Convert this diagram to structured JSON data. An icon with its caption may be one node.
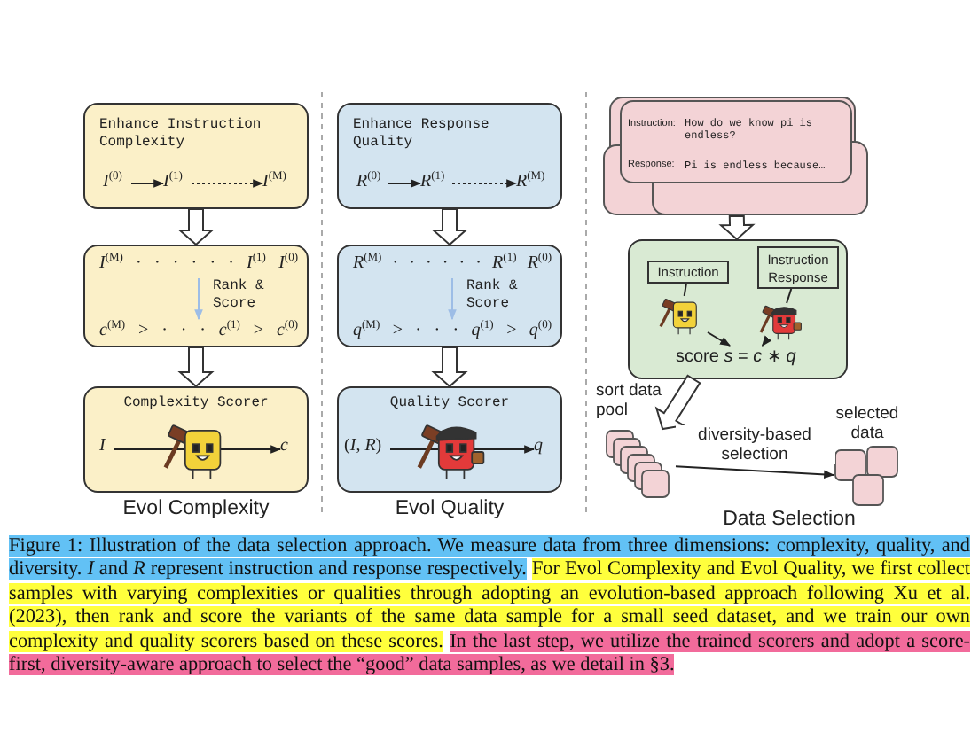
{
  "diagram": {
    "nodes": [
      {
        "text": [
          "Enhance Instruction Complexity"
        ]
      },
      {
        "text": [
          "*I*$^{(0)}$"
        ],
        "in": 0
      },
      {
        "text": [
          "*I*$^{(1)}$"
        ],
        "in": 0
      },
      {
        "text": [
          "*I*$^{(M)}$"
        ],
        "in": 0
      },
      {
        "text": [
          "Rank & Score"
        ]
      },
      {
        "text": [
          "*I*$^{(M)}$ · · · · · · *I*$^{(1)}$ *I*$^{(0)}$"
        ],
        "in": 4
      },
      {
        "text": [
          "*c*$^{(M)}$ > · · · *c*$^{(1)}$ > *c*$^{(0)}$"
        ],
        "in": 4
      },
      {
        "text": [
          "Complexity Scorer"
        ]
      },
      {
        "text": [
          "*I*"
        ],
        "in": 7
      },
      {
        "text": [
          "*c*"
        ],
        "in": 7
      },
      {
        "text": [
          "Enhance Response Quality"
        ]
      },
      {
        "text": [
          "*R*$^{(0)}$"
        ],
        "in": 10
      },
      {
        "text": [
          "*R*$^{(1)}$"
        ],
        "in": 10
      },
      {
        "text": [
          "*R*$^{(M)}$"
        ],
        "in": 10
      },
      {
        "text": [
          "Rank & Score"
        ]
      },
      {
        "text": [
          "*R*$^{(M)}$ · · · · · · *R*$^{(1)}$ *R*$^{(0)}$"
        ],
        "in": 14
      },
      {
        "text": [
          "*q*$^{(M)}$ > · · · *q*$^{(1)}$ > *q*$^{(0)}$"
        ],
        "in": 14
      },
      {
        "text": [
          "Quality Scorer"
        ]
      },
      {
        "text": [
          "(*I*, *R*)"
        ],
        "in": 17
      },
      {
        "text": [
          "*q*"
        ],
        "in": 17
      },
      {
        "text": [
          "Instruction:",
          "How do we know pi is endless?",
          "Response:",
          "Pi is endless because…"
        ]
      },
      {
        "text": [],
        "shape": "box"
      },
      {
        "text": [
          "Instruction"
        ],
        "in": 21
      },
      {
        "text": [
          "Instruction Response"
        ],
        "in": 21
      },
      {
        "text": [],
        "shape": "picture",
        "in": 21
      },
      {
        "text": [],
        "shape": "picture",
        "in": 21
      },
      {
        "text": [
          "score *s* = *c* ∗ *q*"
        ],
        "in": 21
      },
      {
        "text": [],
        "shape": "box",
        "beside": [
          "sort data pool"
        ]
      },
      {
        "text": [],
        "shape": "box",
        "beside": [
          "selected data"
        ]
      }
    ],
    "edges": [
      {
        "from": 1,
        "to": 2,
        "arrow": "to"
      },
      {
        "from": 2,
        "to": 3,
        "arrow": "to",
        "style": "dashed"
      },
      {
        "from": 0,
        "to": 4,
        "arrow": "to",
        "style": "thick"
      },
      {
        "from": 5,
        "to": 6,
        "arrow": "to",
        "color": "#9dbde6"
      },
      {
        "from": 4,
        "to": 7,
        "arrow": "to",
        "style": "thick"
      },
      {
        "from": 8,
        "to": 9,
        "arrow": "to"
      },
      {
        "from": 11,
        "to": 12,
        "arrow": "to"
      },
      {
        "from": 12,
        "to": 13,
        "arrow": "to",
        "style": "dashed"
      },
      {
        "from": 10,
        "to": 14,
        "arrow": "to",
        "style": "thick"
      },
      {
        "from": 15,
        "to": 16,
        "arrow": "to",
        "color": "#9dbde6"
      },
      {
        "from": 14,
        "to": 17,
        "arrow": "to",
        "style": "thick"
      },
      {
        "from": 18,
        "to": 19,
        "arrow": "to"
      },
      {
        "from": 20,
        "to": 21,
        "arrow": "to",
        "style": "thick"
      },
      {
        "from": 22,
        "to": 24,
        "arrow": "none"
      },
      {
        "from": 24,
        "to": 26,
        "arrow": "to"
      },
      {
        "from": 23,
        "to": 25,
        "arrow": "none"
      },
      {
        "from": 25,
        "to": 26,
        "arrow": "to"
      },
      {
        "from": 21,
        "to": 27,
        "arrow": "to",
        "style": "thick"
      },
      {
        "from": 27,
        "to": 28,
        "arrow": "to",
        "label": "diversity-based selection"
      }
    ],
    "labels": [
      "Evol Complexity",
      "Evol Quality",
      "Data Selection",
      "Figure 1: Illustration of the data selection approach. We measure data from three dimensions: complexity, quality, and diversity. *I* and *R* represent instruction and response respectively.",
      "For Evol Complexity and Evol Quality, we first collect samples with varying complexities or qualities through adopting an evolution-based approach following Xu et al. (2023), then rank and score the variants of the same data sample for a small seed dataset, and we train our own complexity and quality scorers based on these scores.",
      "In the last step, we utilize the trained scorers and adopt a score-first, diversity-aware approach to select the “good” data samples, as we detail in §3."
    ]
  }
}
